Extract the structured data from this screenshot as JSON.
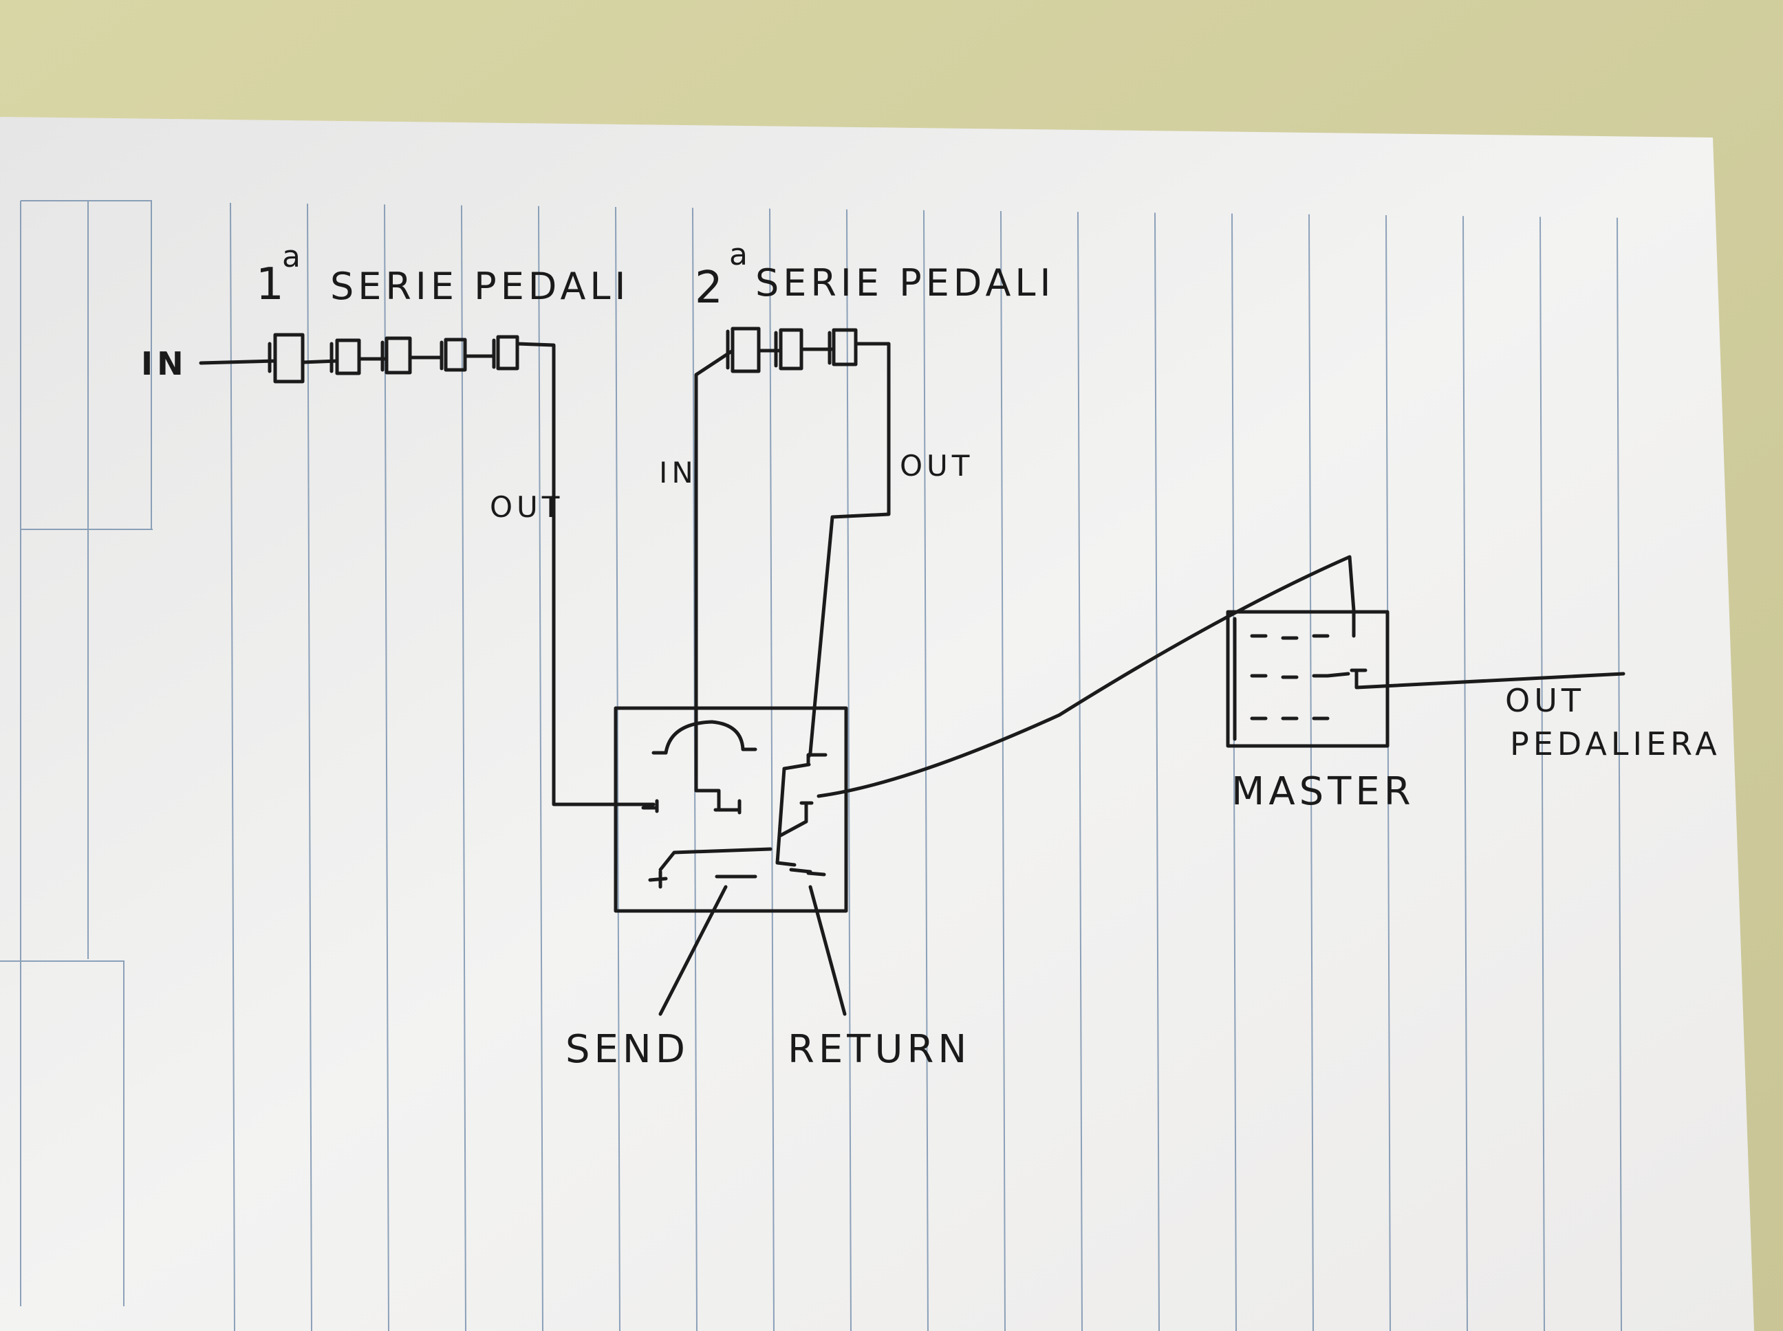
{
  "colors": {
    "background": "#d8d4a8",
    "paper": "#f2f2f0",
    "ink": "#1b1b1b",
    "rule_lines": "#6a86a6"
  },
  "labels": {
    "series1_number": "1",
    "series1_superscript": "a",
    "series1_title": "SERIE PEDALI",
    "series2_number": "2",
    "series2_superscript": "a",
    "series2_title": "SERIE PEDALI",
    "input_label": "IN",
    "series1_out": "OUT",
    "series2_in": "IN",
    "series2_out": "OUT",
    "send": "SEND",
    "return": "RETURN",
    "master": "MASTER",
    "out_line1": "OUT",
    "out_line2": "PEDALIERA"
  }
}
